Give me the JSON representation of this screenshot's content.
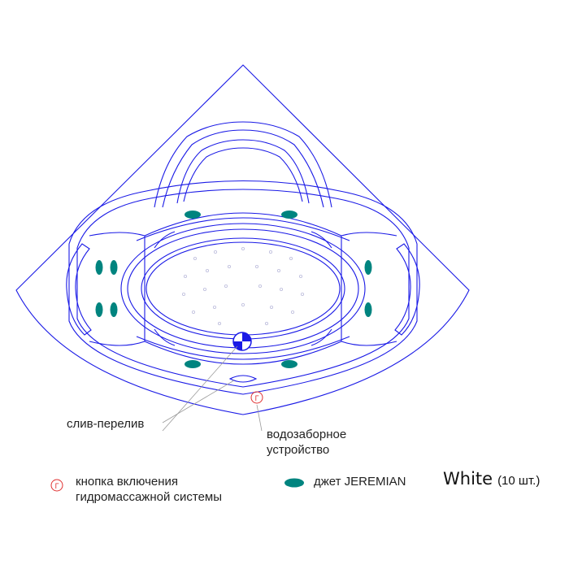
{
  "labels": {
    "drain_overflow": "слив-перелив",
    "intake_line1": "водозаборное",
    "intake_line2": "устройство"
  },
  "legend": {
    "button_line1": "кнопка включения",
    "button_line2": "гидромассажной системы",
    "jet_label": "джет JEREMIAN",
    "model_name": "White",
    "model_count": "(10 шт.)"
  },
  "colors": {
    "outline": "#1a1ae6",
    "jet": "#00847f",
    "button": "#e03030",
    "leader": "#9a9a9a",
    "text": "#222222"
  },
  "icons": {
    "button_symbol": "Г"
  }
}
